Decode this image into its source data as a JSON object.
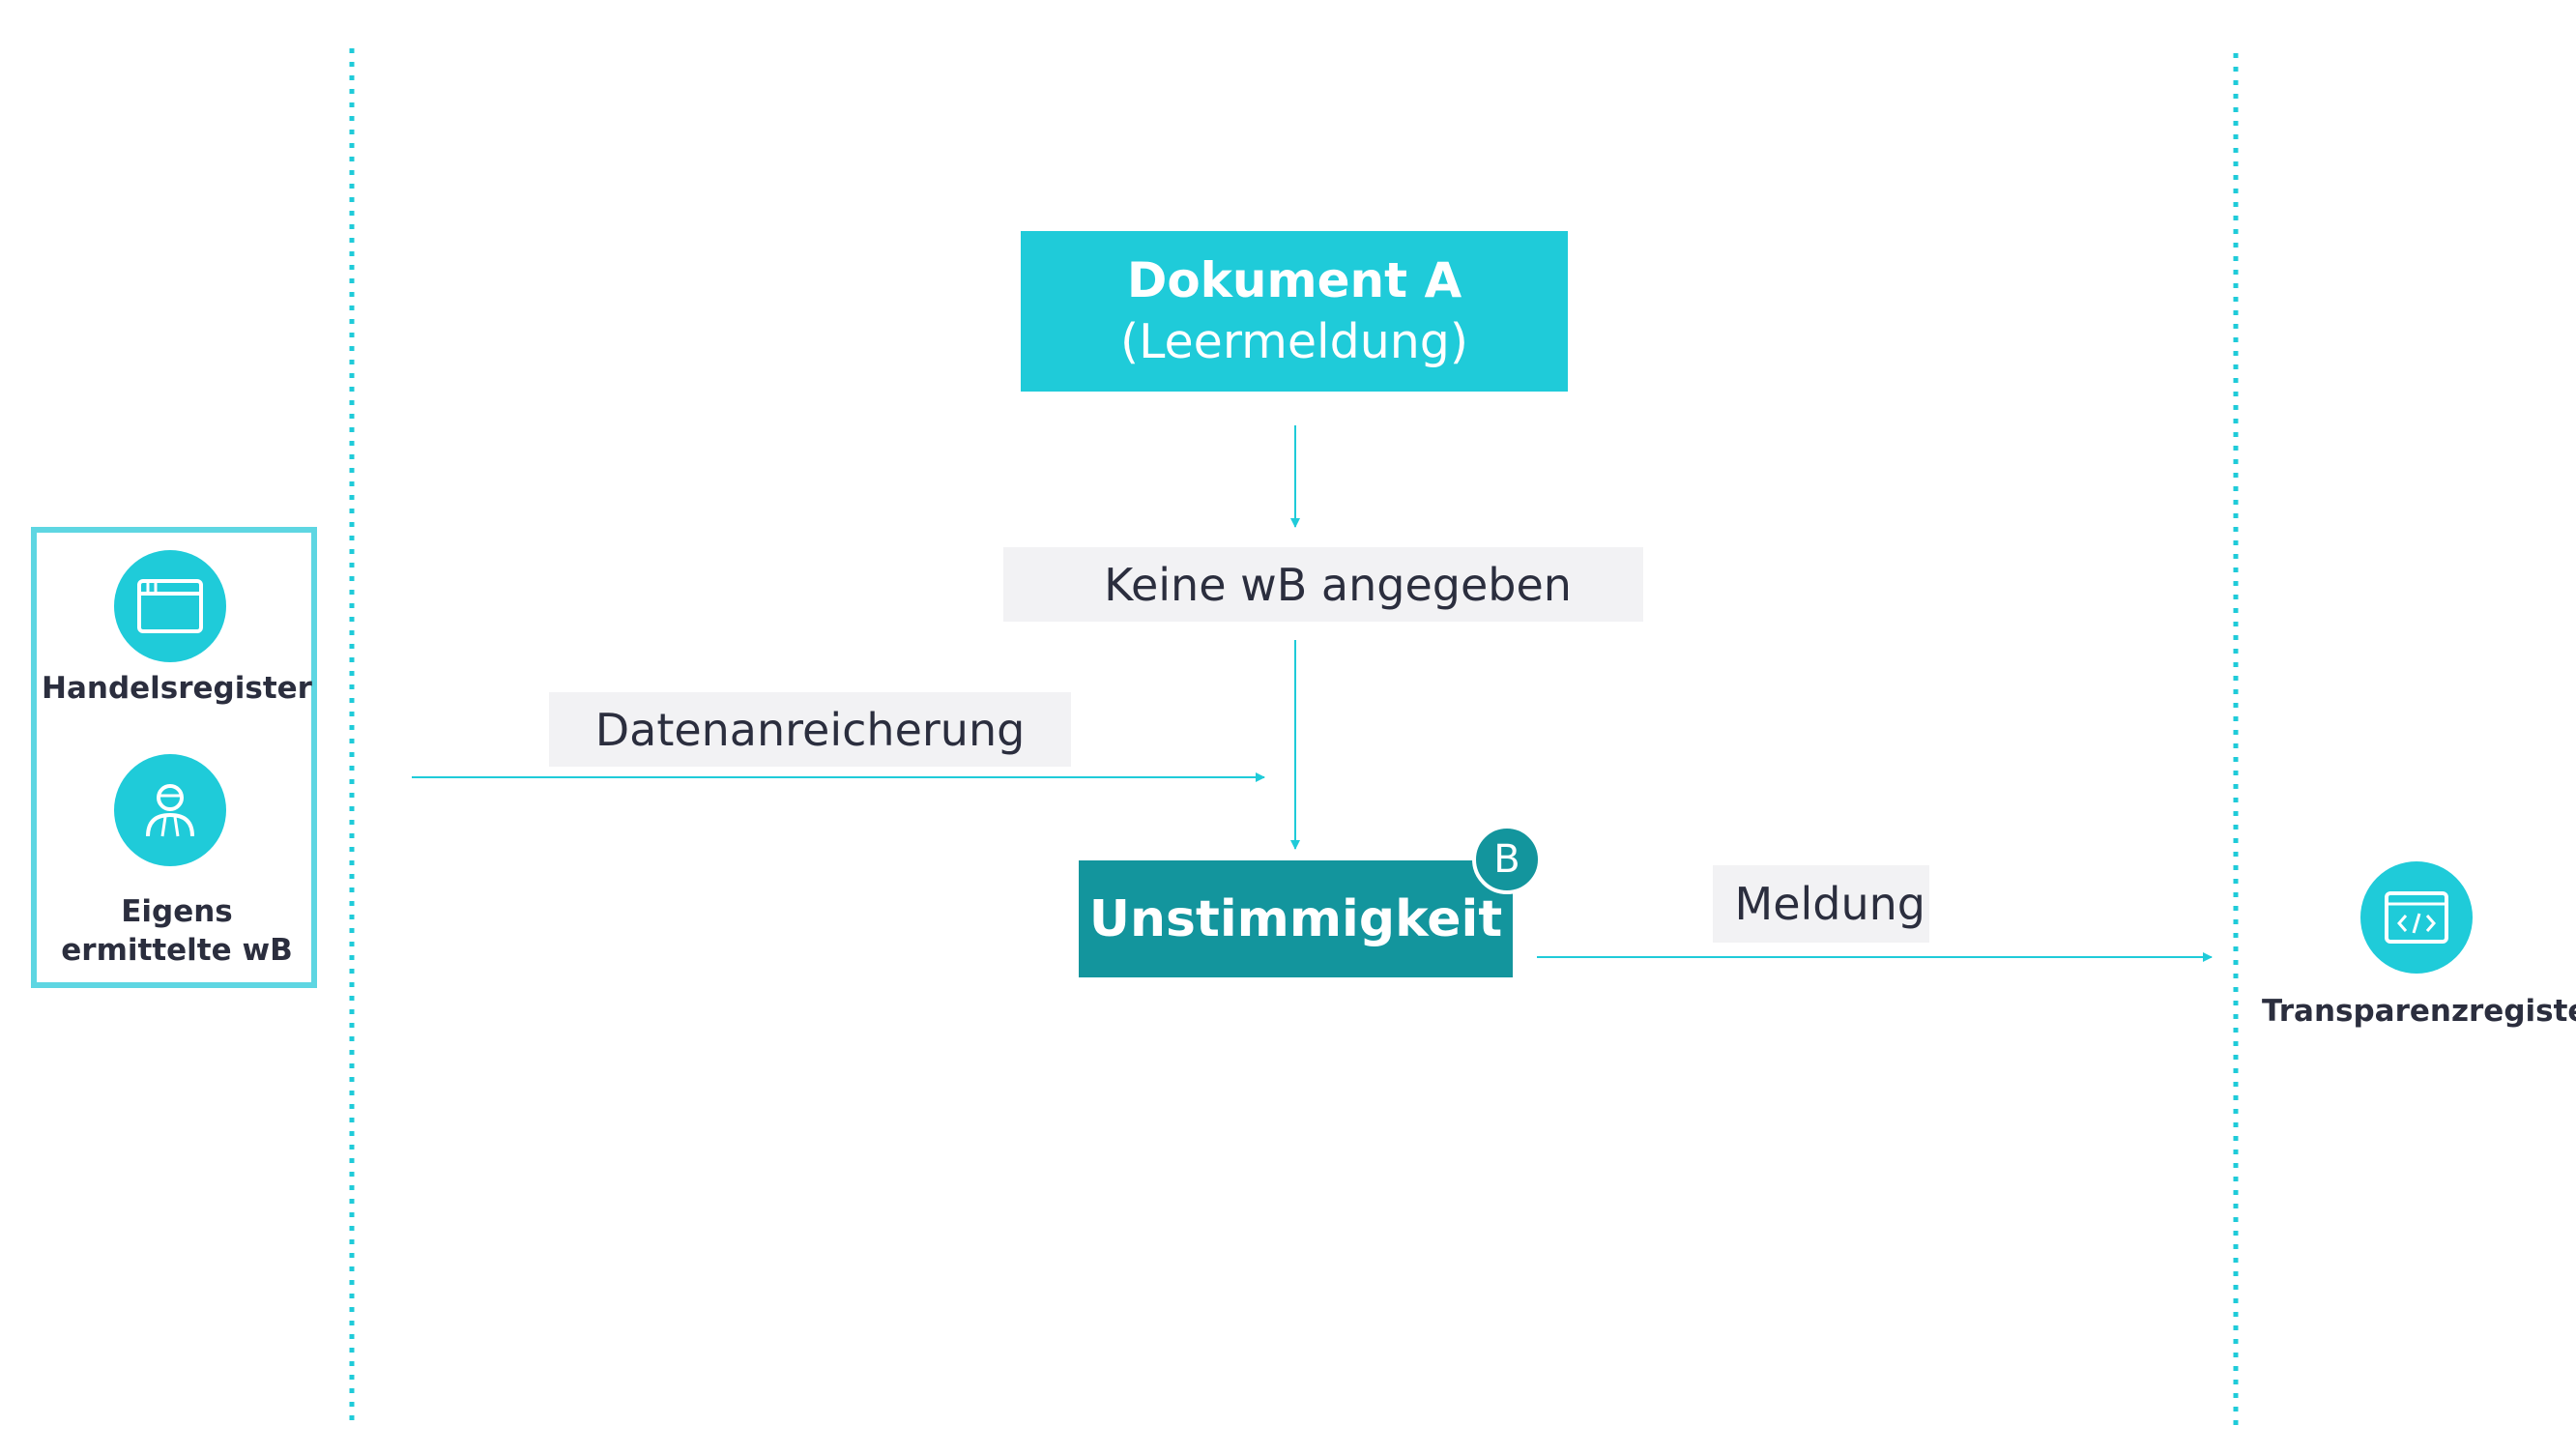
{
  "sources": {
    "handelsregister": {
      "label": "Handelsregister",
      "icon": "browser-window-icon"
    },
    "eigens": {
      "line1": "Eigens",
      "line2": "ermittelte wB",
      "icon": "person-icon"
    }
  },
  "document": {
    "title": "Dokument A",
    "subtitle": "(Leermeldung)"
  },
  "notes": {
    "keine": "Keine wB angegeben",
    "datenanreicherung": "Datenanreicherung",
    "meldung": "Meldung"
  },
  "issue": {
    "label": "Unstimmigkeit",
    "badge": "B"
  },
  "target": {
    "label": "Transparenzregister",
    "icon": "code-browser-icon"
  },
  "colors": {
    "accent": "#1fcbd9",
    "dark_accent": "#13959d",
    "panel_border": "#5ed6e2",
    "note_bg": "#f2f2f4",
    "text": "#2b2e3e"
  }
}
